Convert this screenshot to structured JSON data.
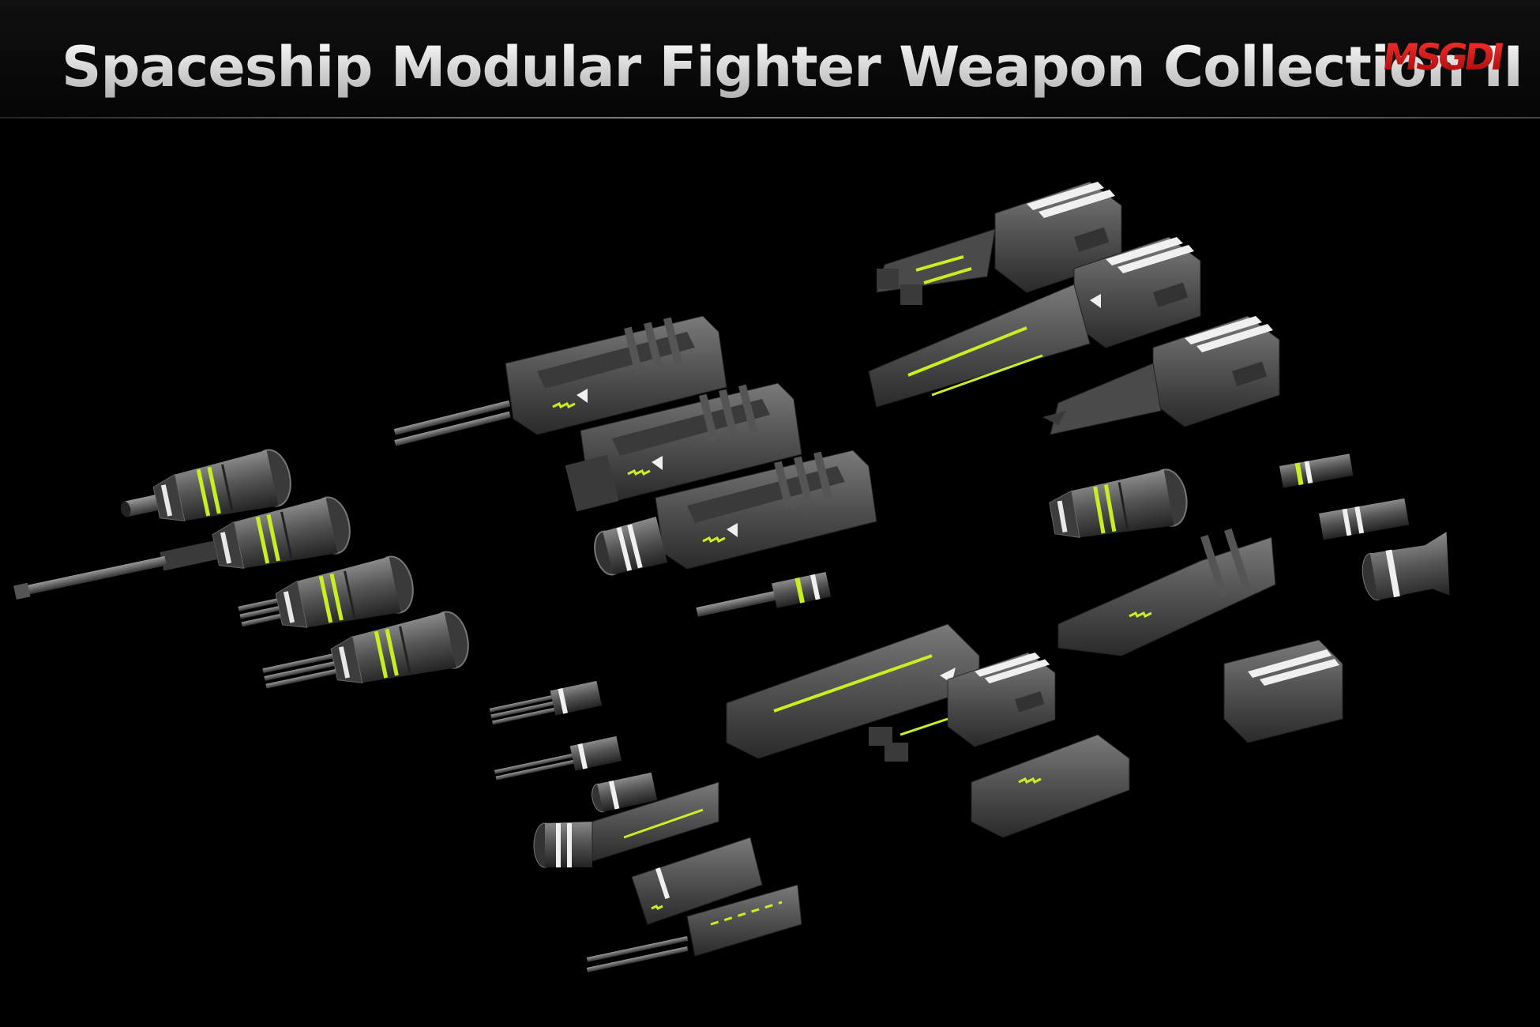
{
  "header": {
    "title": "Spaceship Modular Fighter Weapon Collection II",
    "logo_text": "MSGDI"
  },
  "colors": {
    "background": "#000000",
    "hull": "#4a4a4a",
    "hull_light": "#6a6a6a",
    "accent_glow": "#c8f020",
    "stripe": "#f0f0f0",
    "logo_red": "#d01818"
  },
  "scene": {
    "subject": "isometric renders of modular spaceship weapons",
    "groups": [
      "rotary-cannon-group",
      "long-railgun-group",
      "heavy-launcher-group",
      "small-module-group"
    ]
  }
}
